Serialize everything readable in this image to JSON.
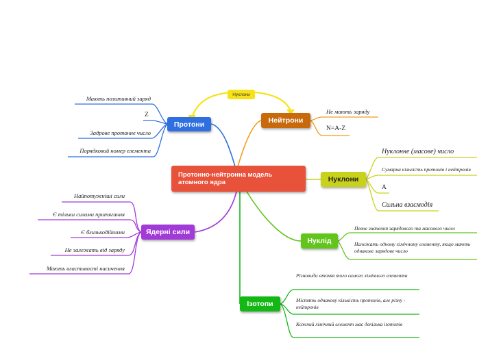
{
  "central": "Протонно-нейтронна модель атомного ядра",
  "link_label": "Нуклони",
  "colors": {
    "central": "#e8523a",
    "protons": "#2f6fe0",
    "neutrons": "#e07a10",
    "nucleons": "#c9d21a",
    "nuclear_forces": "#a23ad8",
    "nuclide": "#62c51c",
    "isotopes": "#14b814",
    "link_label": "#f7e21a"
  },
  "branches": {
    "protons": {
      "label": "Протони",
      "items": [
        "Мають позитивний заряд",
        "Z",
        "Задрове протонне число",
        "Порядковий номер елемента"
      ]
    },
    "neutrons": {
      "label": "Нейтрони",
      "items": [
        "Не мають заряду",
        "N=A-Z"
      ]
    },
    "nucleons": {
      "label": "Нуклони",
      "items": [
        "Нуклонне (масове) число",
        "Сумарна кількість протонів і нейтронів",
        "A",
        "Сильна взаємодія"
      ]
    },
    "nuclear_forces": {
      "label": "Ядерні сили",
      "items": [
        "Найпотужніші сили",
        "Є тільки силами притягання",
        "Є близькодійними",
        "Не залежать від заряду",
        "Мають властивості насичення"
      ]
    },
    "nuclide": {
      "label": "Нуклід",
      "items": [
        "Певне значення зарядового та масового чисел",
        "Належать одному хімічному елементу, якщо мають однакове зарядове число"
      ]
    },
    "isotopes": {
      "label": "Ізотопи",
      "items": [
        "Різновиди атомів того самого хімічного елемента",
        "Містять однакову кількість протонів, але різну - нейтронів",
        "Кожний хімічний елемент має декілька ізотопів"
      ]
    }
  }
}
